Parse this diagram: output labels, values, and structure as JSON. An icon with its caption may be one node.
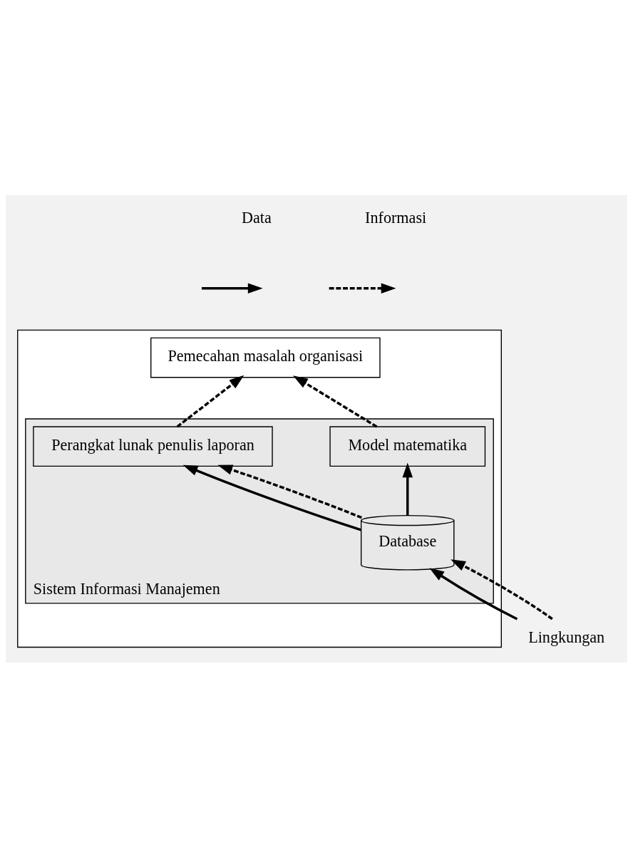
{
  "diagram": {
    "nodes": [
      {
        "text": [],
        "shape": "box"
      },
      {
        "text": [
          "Pemecahan masalah organisasi"
        ],
        "in": 0
      },
      {
        "text": [
          "Sistem Informasi Manajemen"
        ],
        "in": 0
      },
      {
        "text": [
          "Perangkat lunak penulis laporan"
        ],
        "in": 2
      },
      {
        "text": [
          "Model matematika"
        ],
        "in": 2
      },
      {
        "text": [
          "Database"
        ],
        "in": 2
      },
      {
        "text": [
          "Lingkungan"
        ]
      }
    ],
    "edges": [
      {
        "from": 3,
        "to": 1,
        "arrow": "to",
        "style": "dashed"
      },
      {
        "from": 4,
        "to": 1,
        "arrow": "to",
        "style": "dashed"
      },
      {
        "from": 5,
        "to": 3,
        "arrow": "to"
      },
      {
        "from": 5,
        "to": 3,
        "arrow": "to",
        "style": "dashed"
      },
      {
        "from": 5,
        "to": 4,
        "arrow": "to"
      },
      {
        "from": 6,
        "to": 5,
        "arrow": "to"
      },
      {
        "from": 6,
        "to": 5,
        "arrow": "to",
        "style": "dashed"
      }
    ],
    "legend": [
      {
        "text": "Data"
      },
      {
        "text": "Informasi"
      }
    ]
  }
}
